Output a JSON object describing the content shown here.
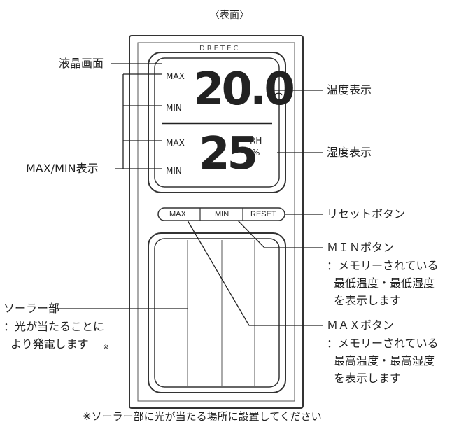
{
  "header": "〈表面〉",
  "brand": "DRETEC",
  "display": {
    "temp_max": "MAX",
    "temp_min": "MIN",
    "temperature": "20.0",
    "temp_unit": "℃",
    "hum_max": "MAX",
    "hum_min": "MIN",
    "humidity": "25",
    "hum_unit_rh": "RH",
    "hum_unit_pct": "%"
  },
  "buttons": {
    "max": "MAX",
    "min": "MIN",
    "reset": "RESET"
  },
  "labels": {
    "lcd": "液晶画面",
    "maxmin": "MAX/MIN表示",
    "temp": "温度表示",
    "humidity": "湿度表示",
    "reset": "リセットボタン",
    "min_title": "ＭＩＮボタン",
    "min_desc1": "：メモリーされている",
    "min_desc2": "最低温度・最低湿度",
    "min_desc3": "を表示します",
    "max_title": "ＭＡＸボタン",
    "max_desc1": "：メモリーされている",
    "max_desc2": "最高温度・最高湿度",
    "max_desc3": "を表示します",
    "solar_title": "ソーラー部",
    "solar_desc1": "：光が当たることに",
    "solar_desc2": "より発電します",
    "solar_mark": "※"
  },
  "footnote": "※ソーラー部に光が当たる場所に設置してください"
}
